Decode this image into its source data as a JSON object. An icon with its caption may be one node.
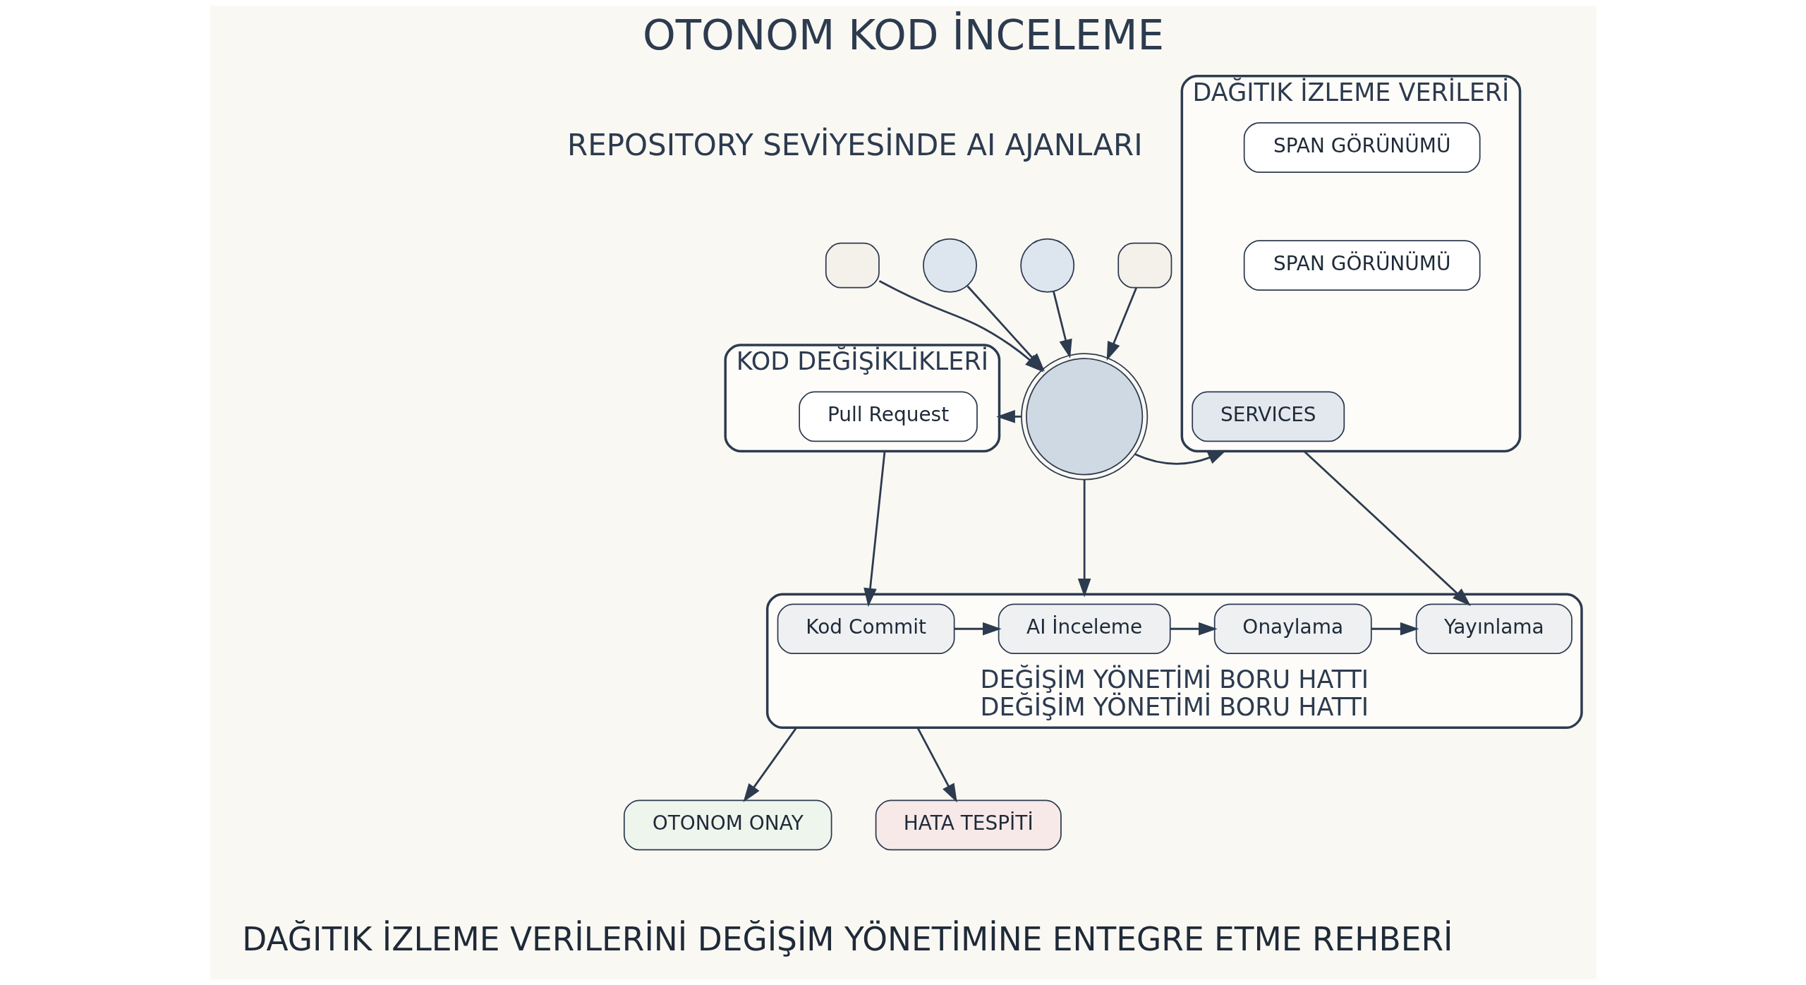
{
  "diagram": {
    "title": "OTONOM KOD İNCELEME",
    "caption": "DAĞITIK İZLEME VERİLERİNİ DEĞİŞİM YÖNETİMİNE ENTEGRE ETME REHBERİ",
    "nodes": [
      {
        "text": [
          "KOD DEĞİŞİKLİKLERİ"
        ]
      },
      {
        "text": [
          "Pull Request"
        ],
        "in": 0
      },
      {
        "text": [],
        "shape": "box"
      },
      {
        "text": [],
        "shape": "circle"
      },
      {
        "text": [],
        "shape": "picture"
      },
      {
        "text": [
          "DAĞITIK İZLEME VERİLERİ"
        ]
      },
      {
        "text": [
          "SERVICES"
        ],
        "in": 5
      },
      {
        "text": [
          "SPAN GÖRÜNÜMÜ"
        ],
        "in": 5
      },
      {
        "text": [
          "SPAN GÖRÜNÜMÜ"
        ],
        "in": 5
      },
      {
        "text": [],
        "shape": "circle"
      },
      {
        "text": [],
        "shape": "box"
      },
      {
        "text": [
          "DEĞİŞİM YÖNETİMİ BORU HATTI",
          "DEĞİŞİM YÖNETİMİ BORU HATTI"
        ]
      },
      {
        "text": [
          "Kod Commit"
        ],
        "in": 11
      },
      {
        "text": [
          "AI İnceleme"
        ],
        "in": 11
      },
      {
        "text": [
          "Onaylama"
        ],
        "in": 11
      },
      {
        "text": [
          "Yayınlama"
        ],
        "in": 11
      },
      {
        "text": [
          "OTONOM ONAY"
        ]
      },
      {
        "text": [
          "HATA TESPİTİ"
        ]
      }
    ],
    "edges": [
      {
        "from": 2,
        "to": 4,
        "arrow": "to"
      },
      {
        "from": 3,
        "to": 4,
        "arrow": "to"
      },
      {
        "from": 9,
        "to": 4,
        "arrow": "to"
      },
      {
        "from": 10,
        "to": 4,
        "arrow": "to"
      },
      {
        "from": 4,
        "to": 0,
        "arrow": "to"
      },
      {
        "from": 4,
        "to": 5,
        "arrow": "to"
      },
      {
        "from": 4,
        "to": 11,
        "arrow": "to"
      },
      {
        "from": 0,
        "to": 12,
        "arrow": "to"
      },
      {
        "from": 5,
        "to": 15,
        "arrow": "to"
      },
      {
        "from": 12,
        "to": 13,
        "arrow": "to"
      },
      {
        "from": 13,
        "to": 14,
        "arrow": "to"
      },
      {
        "from": 14,
        "to": 15,
        "arrow": "to"
      },
      {
        "from": 11,
        "to": 16,
        "arrow": "to"
      },
      {
        "from": 11,
        "to": 17,
        "arrow": "to"
      }
    ],
    "labels": [
      "REPOSITORY SEVİYESİNDE AI AJANLARI"
    ]
  }
}
